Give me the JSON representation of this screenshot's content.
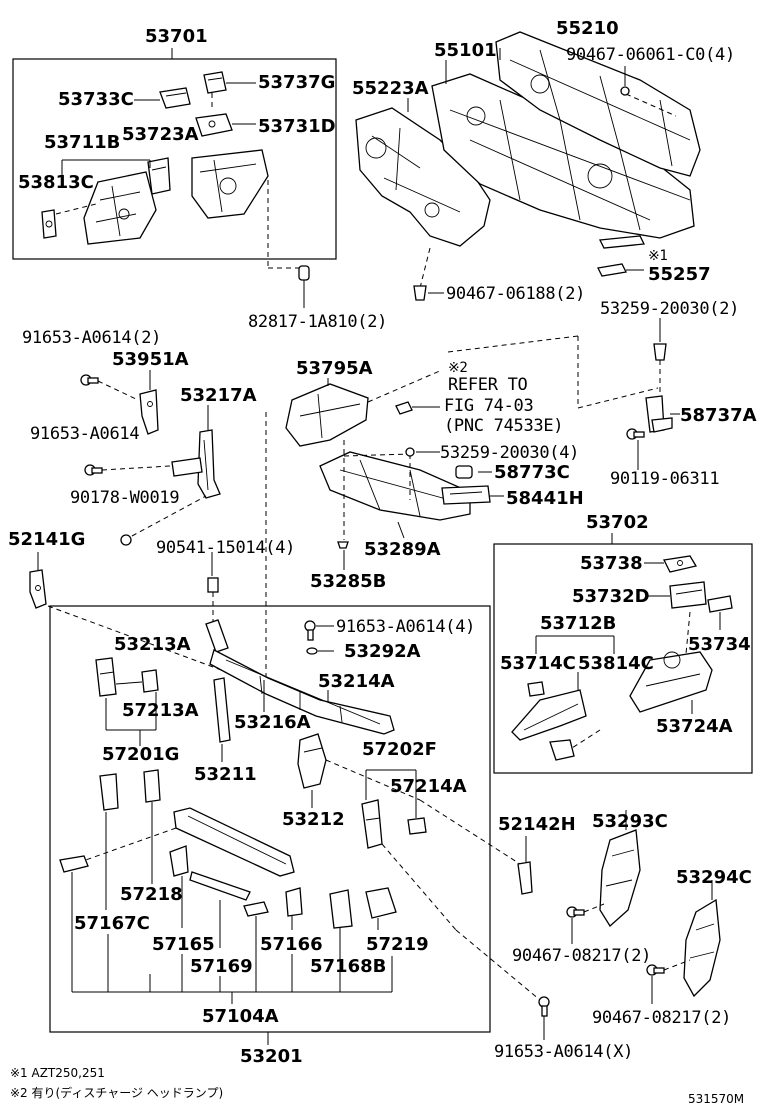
{
  "labels": {
    "p53701": "53701",
    "p53737G": "53737G",
    "p53733C": "53733C",
    "p53731D": "53731D",
    "p53711B": "53711B",
    "p53723A": "53723A",
    "p53813C": "53813C",
    "p55210": "55210",
    "p55101": "55101",
    "p90467_06061": "90467-06061-C0(4)",
    "p55223A": "55223A",
    "p_mark1": "※1",
    "p55257": "55257",
    "p90467_06188": "90467-06188(2)",
    "p82817": "82817-1A810(2)",
    "p53259_20030_2": "53259-20030(2)",
    "p91653_2": "91653-A0614(2)",
    "p53951A": "53951A",
    "p53795A": "53795A",
    "p_mark2": "※2",
    "p_refer": "REFER TO",
    "p_fig": "FIG 74-03",
    "p_pnc": "(PNC 74533E)",
    "p53217A": "53217A",
    "p58737A": "58737A",
    "p91653_a": "91653-A0614",
    "p53259_20030_4": "53259-20030(4)",
    "p58773C": "58773C",
    "p90119": "90119-06311",
    "p90178": "90178-W0019",
    "p58441H": "58441H",
    "p53702": "53702",
    "p52141G": "52141G",
    "p90541": "90541-15014(4)",
    "p53289A": "53289A",
    "p53738": "53738",
    "p53285B": "53285B",
    "p53732D": "53732D",
    "p53712B": "53712B",
    "p53734": "53734",
    "p53213A": "53213A",
    "p91653_4": "91653-A0614(4)",
    "p53292A": "53292A",
    "p53714C": "53714C",
    "p53814C": "53814C",
    "p53214A": "53214A",
    "p57213A": "57213A",
    "p53216A": "53216A",
    "p53724A": "53724A",
    "p57201G": "57201G",
    "p57202F": "57202F",
    "p53211": "53211",
    "p57214A": "57214A",
    "p53212": "53212",
    "p52142H": "52142H",
    "p53293C": "53293C",
    "p53294C": "53294C",
    "p57218": "57218",
    "p57167C": "57167C",
    "p57165": "57165",
    "p57166": "57166",
    "p57219": "57219",
    "p90467_08217_a": "90467-08217(2)",
    "p57169": "57169",
    "p57168B": "57168B",
    "p90467_08217_b": "90467-08217(2)",
    "p57104A": "57104A",
    "p91653_x": "91653-A0614(X)",
    "p53201": "53201"
  },
  "notes": {
    "n1": "※1 AZT250,251",
    "n2": "※2 有り(ディスチャージ  ヘッドランプ)",
    "code": "531570M"
  }
}
